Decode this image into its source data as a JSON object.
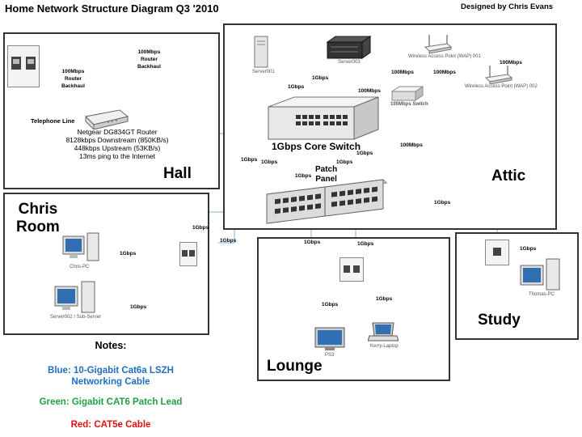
{
  "header": {
    "title": "Home Network Structure Diagram Q3 '2010",
    "author": "Designed by Chris Evans"
  },
  "rooms": {
    "hall": "Hall",
    "attic": "Attic",
    "chris_room": "Chris\nRoom",
    "lounge": "Lounge",
    "study": "Study"
  },
  "router": {
    "name": "Netgear DG834GT Router",
    "downstream": "8128kbps Downstream (850KB/s)",
    "upstream": "448kbps Upstream (53KB/s)",
    "ping": "13ms ping to the Internet"
  },
  "labels": {
    "telephone_line": "Telephone Line",
    "backhaul_hall": "100Mbps\nRouter\nBackhaul",
    "backhaul_top": "100Mbps\nRouter\nBackhaul",
    "core_switch": "1Gbps Core Switch",
    "patch_panel": "Patch\nPanel",
    "switch_100": "100Mbps Switch"
  },
  "devices": {
    "server001": "Server001",
    "server003": "Server003",
    "wap001": "Wireless Access Point (WAP) 001",
    "wap002": "Wireless Access Point (WAP) 002",
    "chris_pc": "Chris-PC",
    "server002": "Server002 / Sub-Server",
    "ps3": "PS3",
    "kerry_laptop": "Kerry-Laptop",
    "thomas_pc": "Thomas-PC"
  },
  "speeds": {
    "s1": "1Gbps",
    "s2": "100Mbps",
    "s3": "100Mbps",
    "s4": "100Mbps",
    "s5": "100Mbps",
    "s6": "100Mbps",
    "s7": "1Gbps",
    "s8": "1Gbps",
    "s9": "1Gbps",
    "s10": "1Gbps",
    "s11": "1Gbps",
    "s12": "1Gbps",
    "s13": "1Gbps",
    "s14": "1Gbps",
    "s15": "1Gbps",
    "s16": "1Gbps",
    "s17": "1Gbps",
    "s18": "1Gbps",
    "s19": "1Gbps",
    "s20": "1Gbps",
    "s21": "1Gbps",
    "s22": "1Gbps"
  },
  "notes": {
    "heading": "Notes:",
    "blue": "Blue: 10-Gigabit Cat6a LSZH\nNetworking Cable",
    "green": "Green: Gigabit CAT6 Patch Lead",
    "red": "Red: CAT5e Cable"
  },
  "colors": {
    "blue_cable": "#7fb2d8",
    "green_cable": "#8fcf8f",
    "red_cable": "#e88080",
    "note_blue": "#1f6fc0",
    "note_green": "#23a04a",
    "note_red": "#e01010"
  }
}
